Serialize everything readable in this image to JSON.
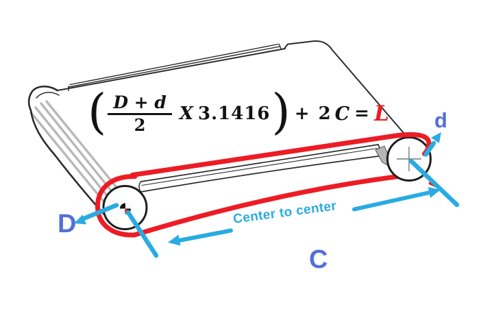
{
  "colors": {
    "belt-red": "#ed1c24",
    "accent-cyan": "#29abe2",
    "label-blue": "#5270d8",
    "ink": "#2b2b2b",
    "gray-stripe": "#b8b8b8"
  },
  "formula": {
    "open_paren": "(",
    "numerator": "D + d",
    "denominator": "2",
    "times_x": "X",
    "pi_value": "3.1416",
    "close_paren": ")",
    "plus_term": "+ 2",
    "c_var": "C",
    "equals": "=",
    "result": "L"
  },
  "labels": {
    "large_pulley_diameter": "D",
    "small_pulley_diameter": "d",
    "center_distance": "C",
    "center_to_center": "Center to center"
  }
}
